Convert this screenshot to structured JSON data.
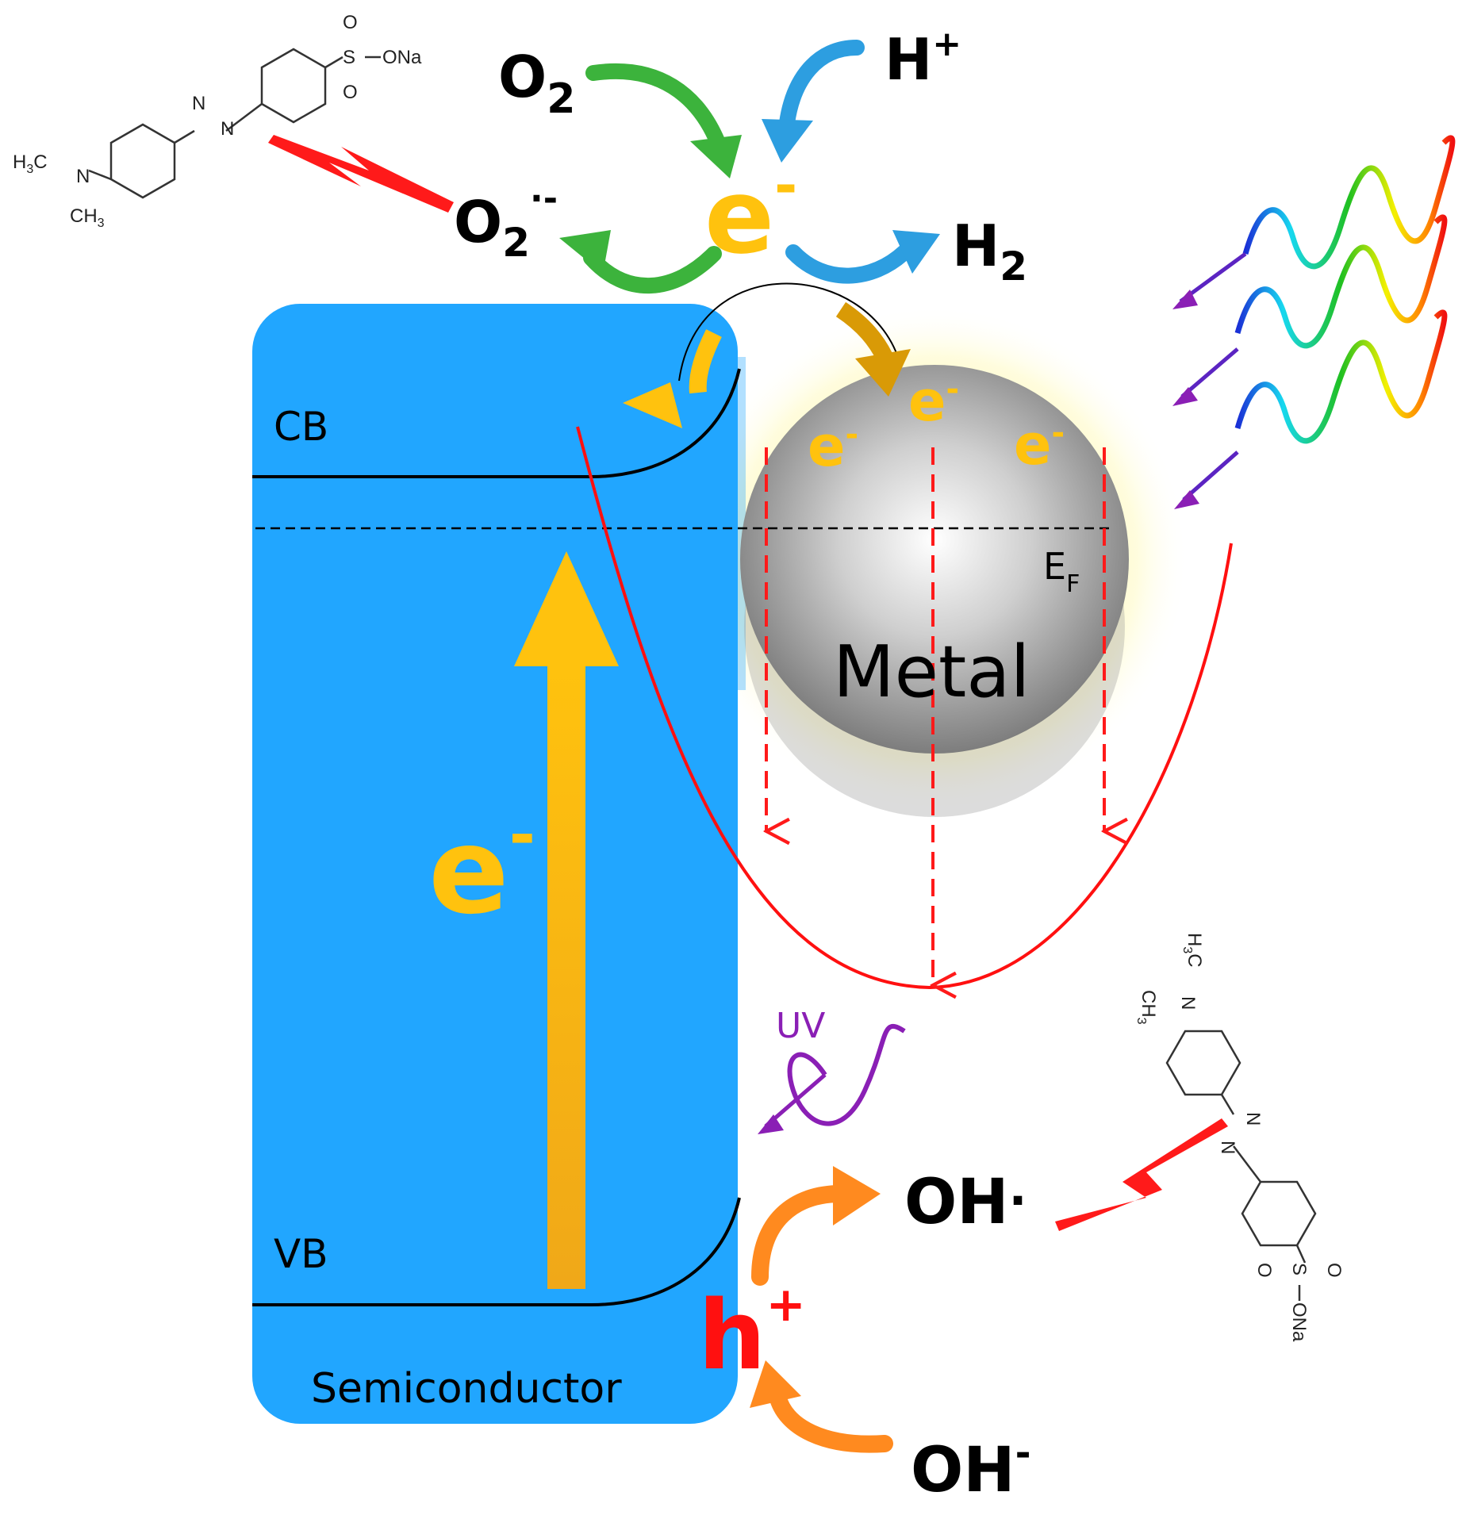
{
  "labels": {
    "o2": "O",
    "o2_sub": "2",
    "h_plus": "H",
    "h_plus_sup": "+",
    "e_center": "e",
    "e_center_sup": "-",
    "o2_radical": "O",
    "o2_radical_sub": "2",
    "o2_radical_sup": "·-",
    "h2": "H",
    "h2_sub": "2",
    "cb": "CB",
    "vb": "VB",
    "semiconductor": "Semiconductor",
    "metal": "Metal",
    "fermi": "E",
    "fermi_sub": "F",
    "e_metal_top": "e",
    "e_metal_left": "e",
    "e_metal_right": "e",
    "e_minus": "-",
    "e_big": "e",
    "e_big_sup": "-",
    "uv": "UV",
    "h_hole": "h",
    "h_hole_sup": "+",
    "oh_radical": "OH",
    "oh_radical_dot": "·",
    "oh_minus": "OH",
    "oh_minus_sup": "-"
  },
  "molecule_top": {
    "h3c": "H",
    "h3c_sub": "3",
    "h3c_c": "C",
    "n_amine": "N",
    "ch3": "CH",
    "ch3_sub": "3",
    "n_azo1": "N",
    "n_azo2": "N",
    "s": "S",
    "o_top": "O",
    "o_bottom": "O",
    "ona": "ONa"
  },
  "molecule_bottom": {
    "h3c": "H",
    "h3c_sub": "3",
    "h3c_c": "C",
    "n_amine": "N",
    "ch3": "CH",
    "ch3_sub": "3",
    "n_azo1": "N",
    "n_azo2": "N",
    "s": "S",
    "o_top": "O",
    "o_bottom": "O",
    "ona": "ONa"
  },
  "colors": {
    "semiconductor": "#21a6ff",
    "electron": "#ffc20e",
    "hole": "#ff1010",
    "green_arrow": "#3cb33c",
    "blue_arrow": "#2d9ee0",
    "orange_arrow": "#ff8a1f",
    "uv": "#8a1fb5"
  }
}
